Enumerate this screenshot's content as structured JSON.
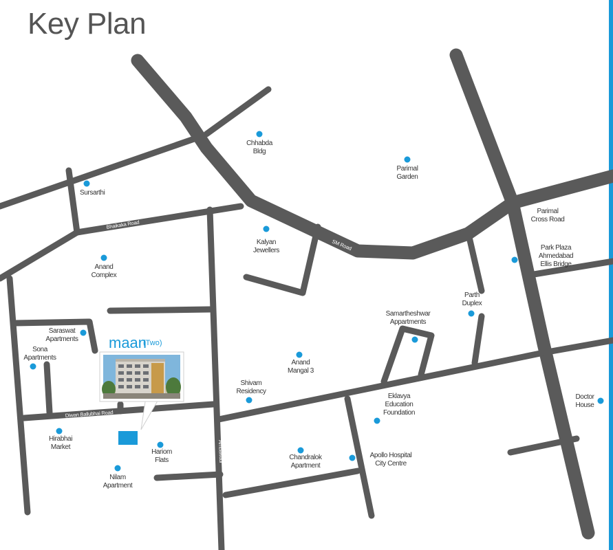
{
  "title": "Key Plan",
  "colors": {
    "road": "#5a5a5a",
    "accent": "#1a9ad9",
    "label": "#333333"
  },
  "project": {
    "name": "maan",
    "suffix": "(Two)",
    "photo_icon": "building-photo-icon",
    "marker_icon": "site-marker-icon"
  },
  "roads": {
    "sm_road": "SM Road",
    "bhaikaka": "Bhaikaka Road",
    "diwan_ballubhai": "Diwan Ballubhai Road",
    "ambawadi": "Ambawadi"
  },
  "landmarks": [
    {
      "id": "chhabda",
      "lines": [
        "Chhabda",
        "Bldg"
      ]
    },
    {
      "id": "parimal-garden",
      "lines": [
        "Parimal",
        "Garden"
      ]
    },
    {
      "id": "sursarthi",
      "lines": [
        "Sursarthi"
      ]
    },
    {
      "id": "parimal-cross-road",
      "lines": [
        "Parimal",
        "Cross Road"
      ]
    },
    {
      "id": "kalyan",
      "lines": [
        "Kalyan",
        "Jewellers"
      ]
    },
    {
      "id": "park-plaza",
      "lines": [
        "Park Plaza",
        "Ahmedabad",
        "Ellis Bridge"
      ]
    },
    {
      "id": "anand-complex",
      "lines": [
        "Anand",
        "Complex"
      ]
    },
    {
      "id": "parth",
      "lines": [
        "Parth",
        "Duplex"
      ]
    },
    {
      "id": "samartheshwar",
      "lines": [
        "Samartheshwar",
        "Appartments"
      ]
    },
    {
      "id": "saraswat",
      "lines": [
        "Saraswat",
        "Apartments"
      ]
    },
    {
      "id": "sona",
      "lines": [
        "Sona",
        "Apartments"
      ]
    },
    {
      "id": "anand-mangal",
      "lines": [
        "Anand",
        "Mangal 3"
      ]
    },
    {
      "id": "shivam",
      "lines": [
        "Shivam",
        "Residency"
      ]
    },
    {
      "id": "eklavya",
      "lines": [
        "Eklavya",
        "Education",
        "Foundation"
      ]
    },
    {
      "id": "doctor-house",
      "lines": [
        "Doctor",
        "House"
      ]
    },
    {
      "id": "hirabhai",
      "lines": [
        "Hirabhai",
        "Market"
      ]
    },
    {
      "id": "hariom",
      "lines": [
        "Hariom",
        "Flats"
      ]
    },
    {
      "id": "chandralok",
      "lines": [
        "Chandralok",
        "Apartment"
      ]
    },
    {
      "id": "apollo",
      "lines": [
        "Apollo Hospital",
        "City Centre"
      ]
    },
    {
      "id": "nilam",
      "lines": [
        "Nilam",
        "Apartment"
      ]
    }
  ]
}
